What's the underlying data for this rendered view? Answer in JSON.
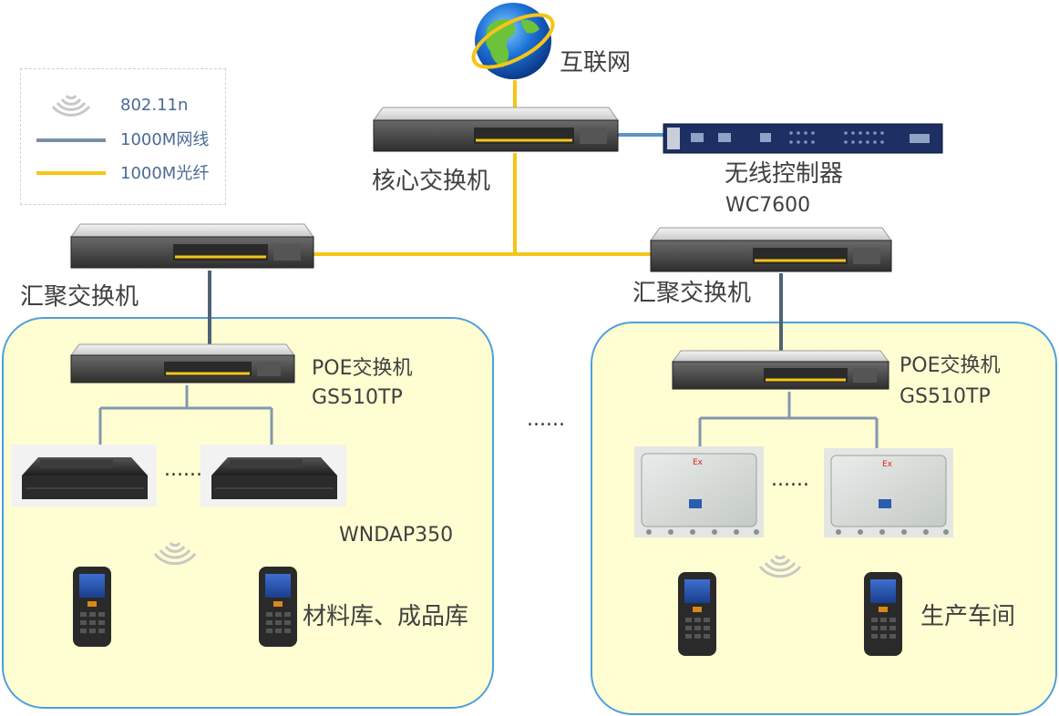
{
  "legend": {
    "wireless": "802.11n",
    "cable": "1000M网线",
    "fiber": "1000M光纤"
  },
  "internet_label": "互联网",
  "core_switch_label": "核心交换机",
  "controller": {
    "name": "无线控制器",
    "model": "WC7600"
  },
  "aggregation_left_label": "汇聚交换机",
  "aggregation_right_label": "汇聚交换机",
  "poe_left": {
    "name": "POE交换机",
    "model": "GS510TP"
  },
  "poe_right": {
    "name": "POE交换机",
    "model": "GS510TP"
  },
  "ap_model_left": "WNDAP350",
  "zone_left_label": "材料库、成品库",
  "zone_right_label": "生产车间",
  "ellipsis_left": "......",
  "ellipsis_middle": "......",
  "ellipsis_right": "......",
  "colors": {
    "fiber": "#f5c518",
    "cable": "#4d6275",
    "zone_fill": "#fefed2",
    "zone_border": "#4f9fde",
    "legend_text": "#4a6a95"
  }
}
